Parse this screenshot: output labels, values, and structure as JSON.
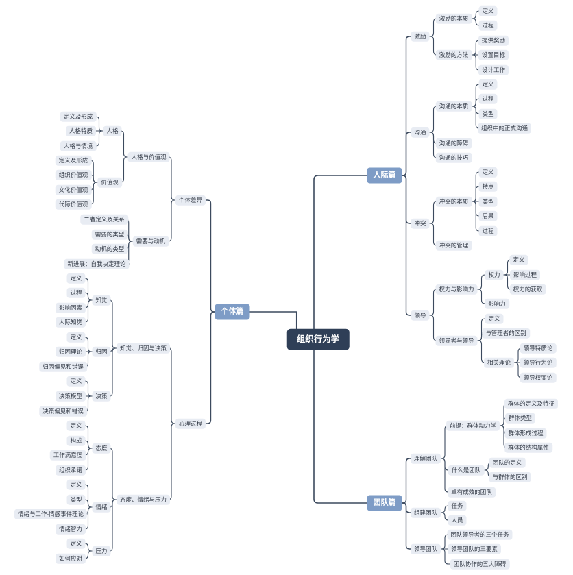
{
  "root": "组织行为学",
  "branches": {
    "individual": {
      "label": "个体篇",
      "diff": {
        "label": "个体差异",
        "personality_values": {
          "label": "人格与价值观",
          "personality": {
            "label": "人格",
            "items": [
              "定义及形成",
              "人格特质",
              "人格与情境"
            ]
          },
          "values": {
            "label": "价值观",
            "items": [
              "定义及形成",
              "组织价值观",
              "文化价值观",
              "代际价值观"
            ]
          }
        },
        "needs": {
          "label": "需要与动机",
          "items": [
            "二者定义及关系",
            "需要的类型",
            "动机的类型",
            "新进展：自我决定理论"
          ]
        }
      },
      "psych": {
        "label": "心理过程",
        "perception_group": {
          "label": "知觉、归因与决策",
          "perception": {
            "label": "知觉",
            "items": [
              "定义",
              "过程",
              "影响因素",
              "人际知觉"
            ]
          },
          "attribution": {
            "label": "归因",
            "items": [
              "定义",
              "归因理论",
              "归因偏见和错误"
            ]
          },
          "decision": {
            "label": "决策",
            "items": [
              "定义",
              "决策模型",
              "决策偏见和错误"
            ]
          }
        },
        "attitude_group": {
          "label": "态度、情绪与压力",
          "attitude": {
            "label": "态度",
            "items": [
              "定义",
              "构成",
              "工作满意度",
              "组织承诺"
            ]
          },
          "emotion": {
            "label": "情绪",
            "items": [
              "定义",
              "类型",
              "情绪与工作-情感事件理论",
              "情绪智力"
            ]
          },
          "stress": {
            "label": "压力",
            "items": [
              "定义",
              "如何应对"
            ]
          }
        }
      }
    },
    "interpersonal": {
      "label": "人际篇",
      "motivation": {
        "label": "激励",
        "essence": {
          "label": "激励的本质",
          "items": [
            "定义",
            "过程"
          ]
        },
        "method": {
          "label": "激励的方法",
          "items": [
            "提供奖励",
            "设置目标",
            "设计工作"
          ]
        }
      },
      "communication": {
        "label": "沟通",
        "essence": {
          "label": "沟通的本质",
          "items": [
            "定义",
            "过程",
            "类型",
            "组织中的正式沟通"
          ]
        },
        "barriers": "沟通的障碍",
        "skills": "沟通的技巧"
      },
      "conflict": {
        "label": "冲突",
        "essence": {
          "label": "冲突的本质",
          "items": [
            "定义",
            "特点",
            "类型",
            "后果",
            "过程"
          ]
        },
        "management": "冲突的管理"
      },
      "leadership": {
        "label": "领导",
        "power_influence": {
          "label": "权力与影响力",
          "power": {
            "label": "权力",
            "items": [
              "定义",
              "影响过程",
              "权力的获取"
            ]
          },
          "influence": "影响力"
        },
        "leader_vs": {
          "label": "领导者与领导",
          "definition": "定义",
          "difference": "与管理者的区别",
          "theories": {
            "label": "相关理论",
            "items": [
              "领导特质论",
              "领导行为论",
              "领导权变论"
            ]
          }
        }
      }
    },
    "team": {
      "label": "团队篇",
      "understand": {
        "label": "理解团队",
        "premise": {
          "label": "前提：群体动力学",
          "items": [
            "群体的定义及特征",
            "群体类型",
            "群体形成过程",
            "群体的结构属性"
          ]
        },
        "what": {
          "label": "什么是团队",
          "items": [
            "团队的定义",
            "与群体的区别"
          ]
        },
        "effective": "卓有成效的团队"
      },
      "build": {
        "label": "组建团队",
        "items": [
          "任务",
          "人员"
        ]
      },
      "lead": {
        "label": "领导团队",
        "items": [
          "团队领导者的三个任务",
          "领导团队的三要素",
          "团队协作的五大障碍"
        ]
      }
    }
  }
}
